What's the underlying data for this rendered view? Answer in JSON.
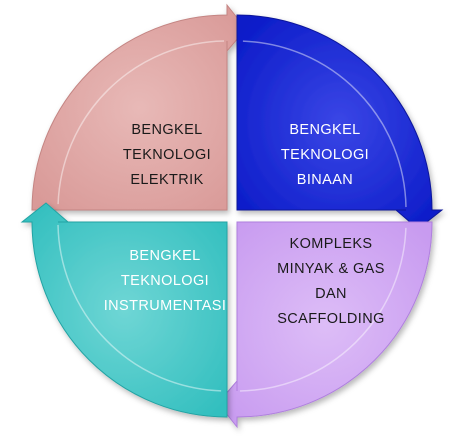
{
  "diagram": {
    "quadrants": [
      {
        "id": "top-left",
        "lines": [
          "BENGKEL",
          "TEKNOLOGI",
          "ELEKTRIK"
        ],
        "fill": "#D99A98",
        "fill_light": "#E8B9B7",
        "edge": "#C48583",
        "text_color": "#1A1A1A"
      },
      {
        "id": "top-right",
        "lines": [
          "BENGKEL",
          "TEKNOLOGI",
          "BINAAN"
        ],
        "fill": "#0B1BC8",
        "fill_light": "#3A46E6",
        "edge": "#0A159A",
        "text_color": "#FFFFFF"
      },
      {
        "id": "bottom-right",
        "lines": [
          "KOMPLEKS",
          "MINYAK & GAS",
          "DAN",
          "SCAFFOLDING"
        ],
        "fill": "#C89BF0",
        "fill_light": "#DDBDF7",
        "edge": "#AF7FDE",
        "text_color": "#1A1A1A"
      },
      {
        "id": "bottom-left",
        "lines": [
          "BENGKEL",
          "TEKNOLOGI",
          "INSTRUMENTASI"
        ],
        "fill": "#33BFBF",
        "fill_light": "#6FD6D5",
        "edge": "#23A3A3",
        "text_color": "#FFFFFF"
      }
    ]
  }
}
